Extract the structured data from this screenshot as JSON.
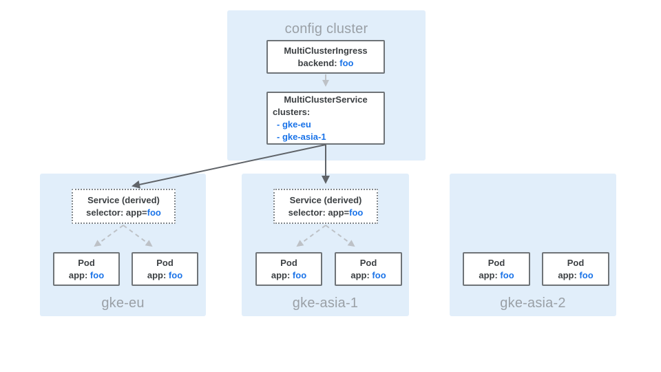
{
  "colors": {
    "cluster_bg": "#E1EEFA",
    "node_border": "#6E7377",
    "dotted_border": "#80868B",
    "arrow_dark": "#5F6368",
    "arrow_light": "#BDC1C6",
    "text_primary": "#3C4043",
    "text_link": "#1A73E8",
    "text_muted": "#9AA0A6"
  },
  "config_cluster": {
    "label": "config cluster",
    "multi_cluster_ingress": {
      "title": "MultiClusterIngress",
      "backend_label": "backend: ",
      "backend_value": "foo"
    },
    "multi_cluster_service": {
      "title": "MultiClusterService",
      "clusters_label": "clusters:",
      "items": [
        {
          "bullet": "- ",
          "name": "gke-eu"
        },
        {
          "bullet": "- ",
          "name": "gke-asia-1"
        }
      ]
    }
  },
  "clusters": [
    {
      "name": "gke-eu",
      "service": {
        "title": "Service (derived)",
        "selector_label": "selector: app=",
        "selector_value": "foo"
      },
      "pods": [
        {
          "title": "Pod",
          "app_label": "app: ",
          "app_value": "foo"
        },
        {
          "title": "Pod",
          "app_label": "app: ",
          "app_value": "foo"
        }
      ]
    },
    {
      "name": "gke-asia-1",
      "service": {
        "title": "Service (derived)",
        "selector_label": "selector: app=",
        "selector_value": "foo"
      },
      "pods": [
        {
          "title": "Pod",
          "app_label": "app: ",
          "app_value": "foo"
        },
        {
          "title": "Pod",
          "app_label": "app: ",
          "app_value": "foo"
        }
      ]
    },
    {
      "name": "gke-asia-2",
      "pods": [
        {
          "title": "Pod",
          "app_label": "app: ",
          "app_value": "foo"
        },
        {
          "title": "Pod",
          "app_label": "app: ",
          "app_value": "foo"
        }
      ]
    }
  ]
}
